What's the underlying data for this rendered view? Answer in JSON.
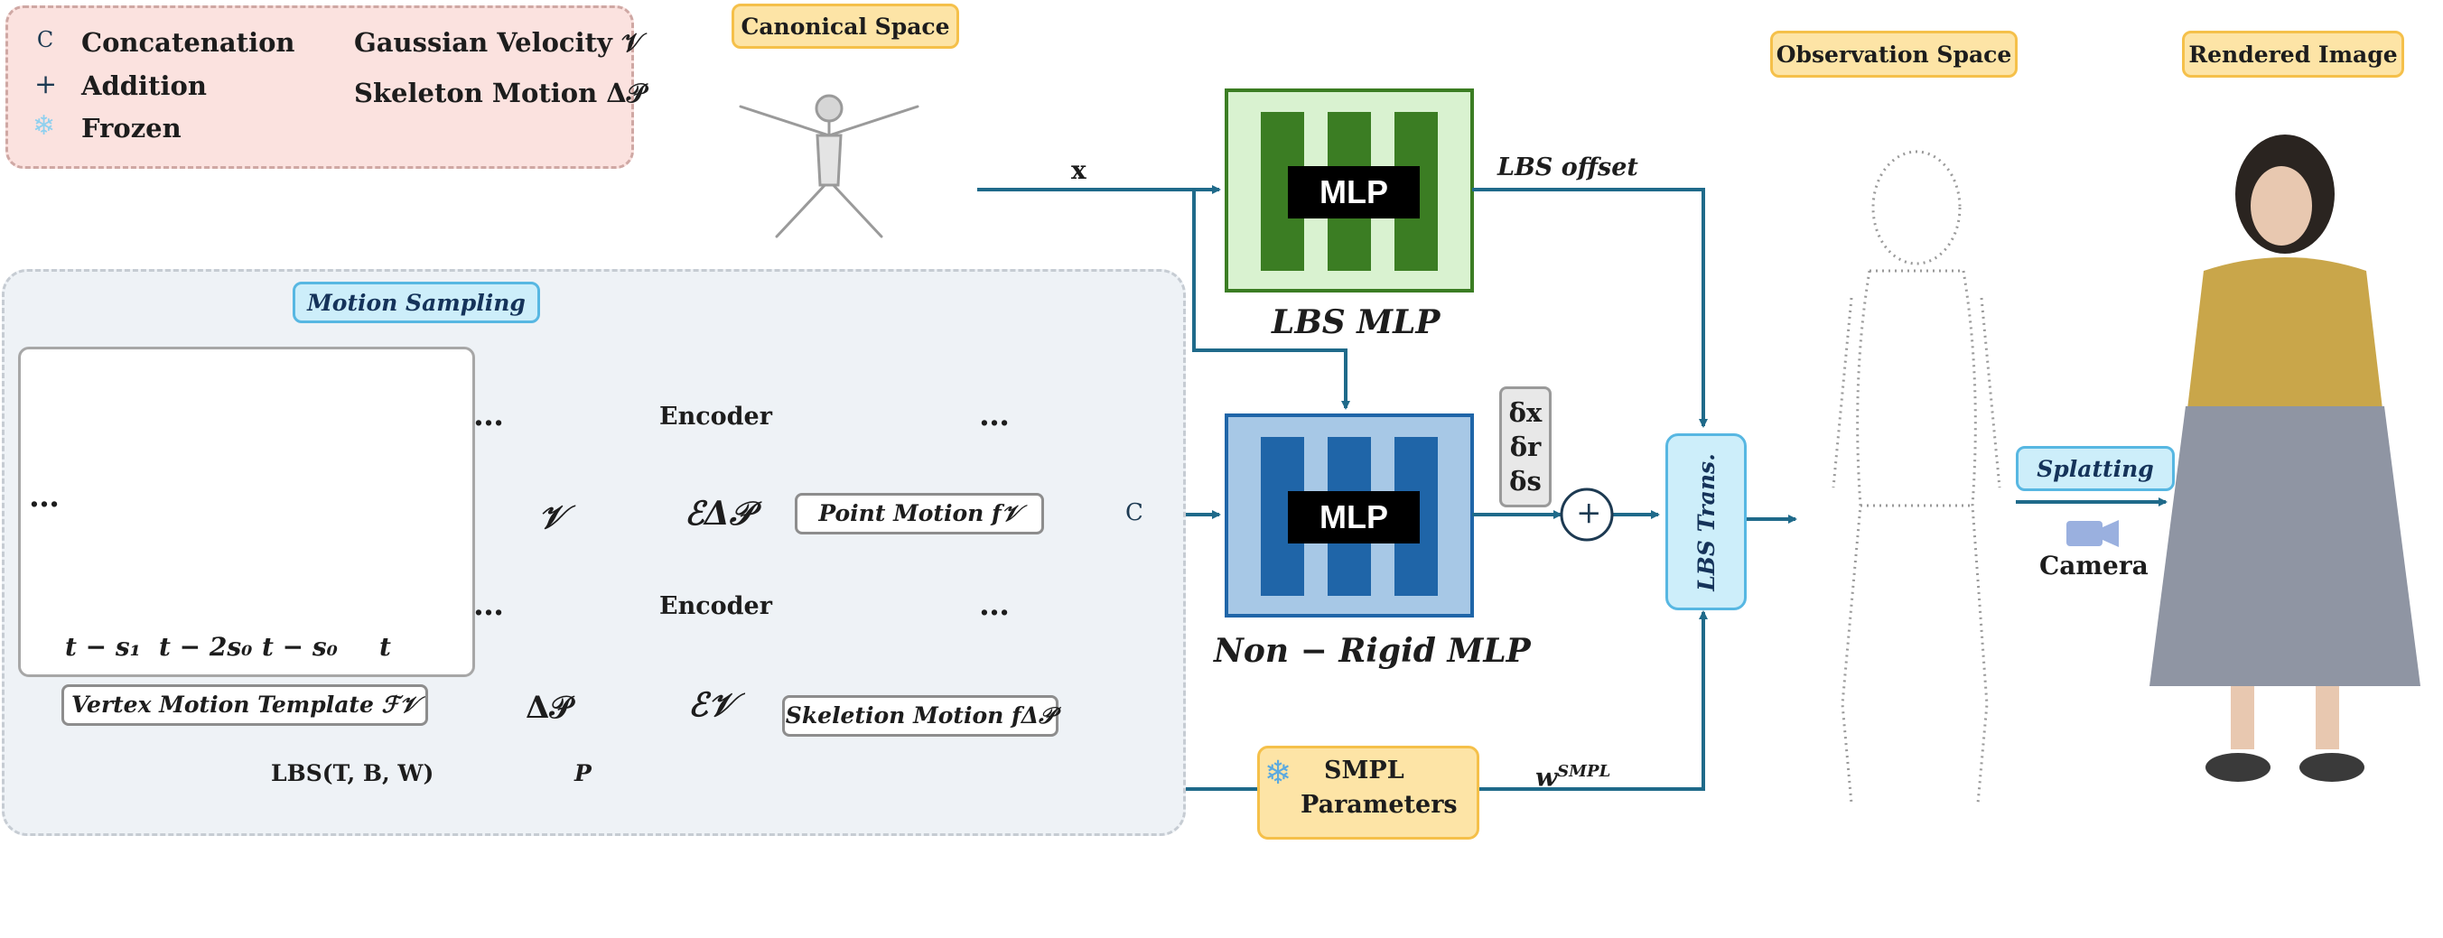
{
  "legend": {
    "concatenation": "Concatenation",
    "addition": "Addition",
    "frozen": "Frozen",
    "gaussian_velocity": "Gaussian Velocity 𝒱",
    "skeleton_motion": "Skeleton Motion Δ𝒫",
    "concat_symbol": "C",
    "add_symbol": "+"
  },
  "tags": {
    "canonical_space": "Canonical Space",
    "observation_space": "Observation Space",
    "rendered_image": "Rendered Image",
    "motion_sampling": "Motion Sampling",
    "splatting": "Splatting",
    "point_motion": "Point Motion f𝒱",
    "skeleton_motion_feature": "Skeletion Motion fΔ𝒫",
    "vertex_template": "Vertex Motion Template ℱ𝒱",
    "lbs_trans": "LBS Trans."
  },
  "labels": {
    "x_input": "x",
    "lbs_offset": "LBS offset",
    "lbs_mlp": "LBS MLP",
    "non_rigid_mlp": "Non − Rigid MLP",
    "mlp": "MLP",
    "encoder": "Encoder",
    "encoder_dp": "ℰΔ𝒫",
    "encoder_v": "ℰ𝒱",
    "v_symbol": "𝒱",
    "dp_symbol": "Δ𝒫",
    "delta_x": "δx",
    "delta_r": "δr",
    "delta_s": "δs",
    "concat_node": "C",
    "add_node": "+",
    "lbs_formula": "LBS(T, B, W)",
    "p_label": "P",
    "w_smpl_base": "w",
    "w_smpl_sup": "SMPL",
    "smpl_line1": "SMPL",
    "smpl_line2": "Parameters",
    "camera": "Camera",
    "ellipsis": "…",
    "time_labels": [
      "t − s₁",
      "t − 2s₀",
      "t − s₀",
      "t"
    ]
  },
  "colors": {
    "arrow": "#1f6a8a",
    "lbs_mlp_bg": "#d9f2d0",
    "lbs_mlp_bar": "#3b7d23",
    "nr_mlp_bg": "#a7c8e6",
    "nr_mlp_bar": "#1f65a8",
    "legend_bg": "#fbe2df",
    "panel_bg": "#eef2f6"
  },
  "icons": [
    "snowflake-icon",
    "camera-icon",
    "gaussian-ellipse-icon",
    "skeleton-arrow-icon"
  ]
}
